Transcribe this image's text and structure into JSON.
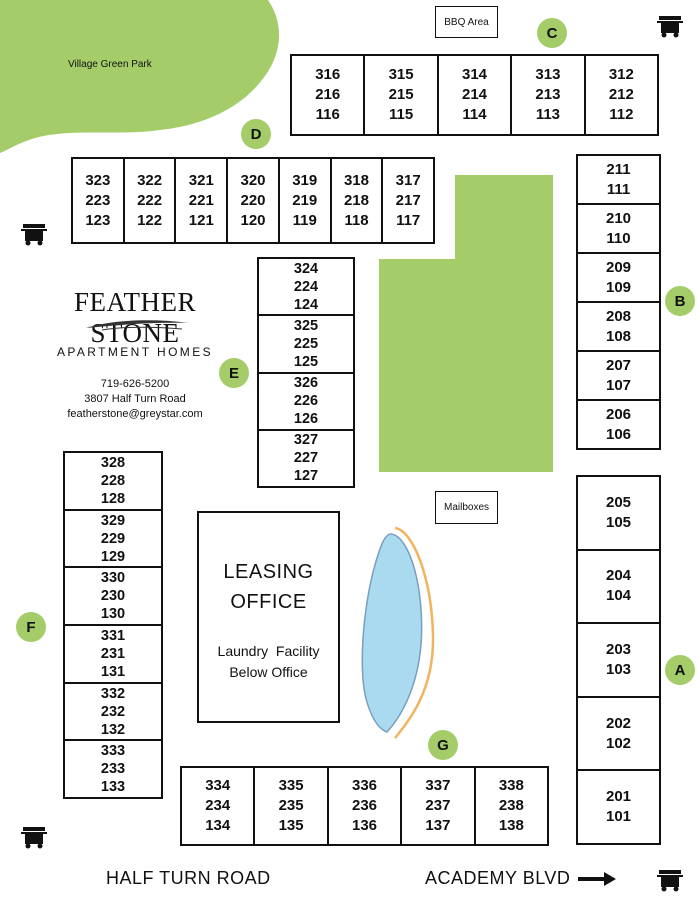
{
  "park": {
    "label": "Village Green Park"
  },
  "bbq": {
    "label": "BBQ Area"
  },
  "mailboxes": {
    "label": "Mailboxes"
  },
  "logo": {
    "name": "FEATHER STONE",
    "subtitle": "APARTMENT HOMES"
  },
  "contact": {
    "phone": "719-626-5200",
    "address": "3807 Half Turn Road",
    "email": "featherstone@greystar.com"
  },
  "leasing": {
    "line1": "LEASING",
    "line2": "OFFICE",
    "laundry1": "Laundry  Facility",
    "laundry2": "Below Office"
  },
  "roads": {
    "half_turn": "HALF TURN ROAD",
    "academy": "ACADEMY BLVD"
  },
  "buildings": {
    "C": {
      "letter": "C",
      "units": [
        [
          "316",
          "216",
          "116"
        ],
        [
          "315",
          "215",
          "115"
        ],
        [
          "314",
          "214",
          "114"
        ],
        [
          "313",
          "213",
          "113"
        ],
        [
          "312",
          "212",
          "112"
        ]
      ]
    },
    "D": {
      "letter": "D",
      "units": [
        [
          "323",
          "223",
          "123"
        ],
        [
          "322",
          "222",
          "122"
        ],
        [
          "321",
          "221",
          "121"
        ],
        [
          "320",
          "220",
          "120"
        ],
        [
          "319",
          "219",
          "119"
        ],
        [
          "318",
          "218",
          "118"
        ],
        [
          "317",
          "217",
          "117"
        ]
      ]
    },
    "B": {
      "letter": "B",
      "units": [
        [
          "211",
          "111"
        ],
        [
          "210",
          "110"
        ],
        [
          "209",
          "109"
        ],
        [
          "208",
          "108"
        ],
        [
          "207",
          "107"
        ],
        [
          "206",
          "106"
        ]
      ]
    },
    "E": {
      "letter": "E",
      "units": [
        [
          "324",
          "224",
          "124"
        ],
        [
          "325",
          "225",
          "125"
        ],
        [
          "326",
          "226",
          "126"
        ],
        [
          "327",
          "227",
          "127"
        ]
      ]
    },
    "F": {
      "letter": "F",
      "units": [
        [
          "328",
          "228",
          "128"
        ],
        [
          "329",
          "229",
          "129"
        ],
        [
          "330",
          "230",
          "130"
        ],
        [
          "331",
          "231",
          "131"
        ],
        [
          "332",
          "232",
          "132"
        ],
        [
          "333",
          "233",
          "133"
        ]
      ]
    },
    "A": {
      "letter": "A",
      "units": [
        [
          "205",
          "105"
        ],
        [
          "204",
          "104"
        ],
        [
          "203",
          "103"
        ],
        [
          "202",
          "102"
        ],
        [
          "201",
          "101"
        ]
      ]
    },
    "G": {
      "letter": "G",
      "units": [
        [
          "334",
          "234",
          "134"
        ],
        [
          "335",
          "235",
          "135"
        ],
        [
          "336",
          "236",
          "136"
        ],
        [
          "337",
          "237",
          "137"
        ],
        [
          "338",
          "238",
          "138"
        ]
      ]
    }
  },
  "icons": {
    "dumpster": "dumpster-icon",
    "arrow": "arrow-right-icon"
  },
  "colors": {
    "green": "#a4cd6a",
    "pond": "#a9daf0",
    "pond_edge": "#f2b35e"
  }
}
